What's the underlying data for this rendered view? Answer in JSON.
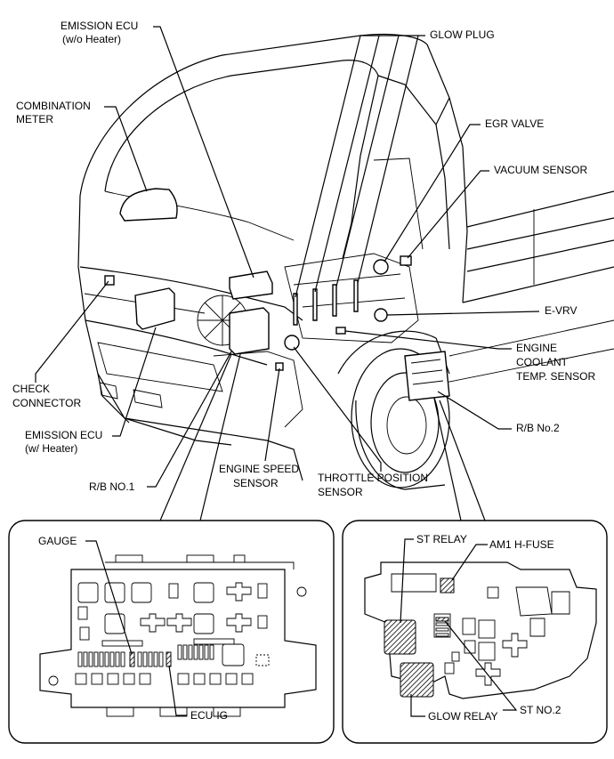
{
  "labels": {
    "emission_ecu_wo": "EMISSION ECU",
    "emission_ecu_wo_sub": "(w/o Heater)",
    "glow_plug": "GLOW PLUG",
    "combination_meter_1": "COMBINATION",
    "combination_meter_2": "METER",
    "egr_valve": "EGR VALVE",
    "vacuum_sensor": "VACUUM SENSOR",
    "e_vrv": "E-VRV",
    "engine_coolant_1": "ENGINE",
    "engine_coolant_2": "COOLANT",
    "engine_coolant_3": "TEMP. SENSOR",
    "check_connector_1": "CHECK",
    "check_connector_2": "CONNECTOR",
    "rb_no2": "R/B No.2",
    "emission_ecu_w": "EMISSION ECU",
    "emission_ecu_w_sub": "(w/ Heater)",
    "engine_speed_1": "ENGINE SPEED",
    "engine_speed_2": "SENSOR",
    "throttle_1": "THROTTLE POSITION",
    "throttle_2": "SENSOR",
    "rb_no1": "R/B NO.1",
    "gauge": "GAUGE",
    "ecu_ig": "ECU-IG",
    "st_relay": "ST RELAY",
    "am1_hfuse": "AM1 H-FUSE",
    "st_no2": "ST NO.2",
    "glow_relay": "GLOW RELAY"
  }
}
